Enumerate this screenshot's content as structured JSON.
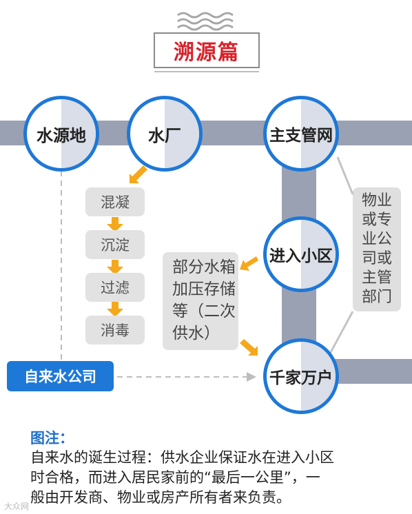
{
  "title": "溯源篇",
  "nodes": {
    "water_source": "水源地",
    "water_plant": "水厂",
    "main_pipe": "主支管网",
    "enter_community": "进入小区",
    "households": "千家万户"
  },
  "steps": [
    "混凝",
    "沉淀",
    "过滤",
    "消毒"
  ],
  "secondary_supply": [
    "部分水箱",
    "加压存储",
    "等（二次",
    "供水）"
  ],
  "property_dept": [
    "物业",
    "或专",
    "业公",
    "司或",
    "主管",
    "部门"
  ],
  "company": "自来水公司",
  "note": {
    "label": "图注：",
    "lines": [
      "自来水的诞生过程：供水企业保证水在进入小区",
      "时合格，而进入居民家前的“最后一公里”，一",
      "般由开发商、物业或房产所有者来负责。"
    ]
  },
  "watermark": "大众网",
  "colors": {
    "title_red": "#d8222a",
    "accent_blue": "#1e78d7",
    "arrow_orange": "#f5a81c",
    "pipe_gray": "#9aa1b3"
  }
}
